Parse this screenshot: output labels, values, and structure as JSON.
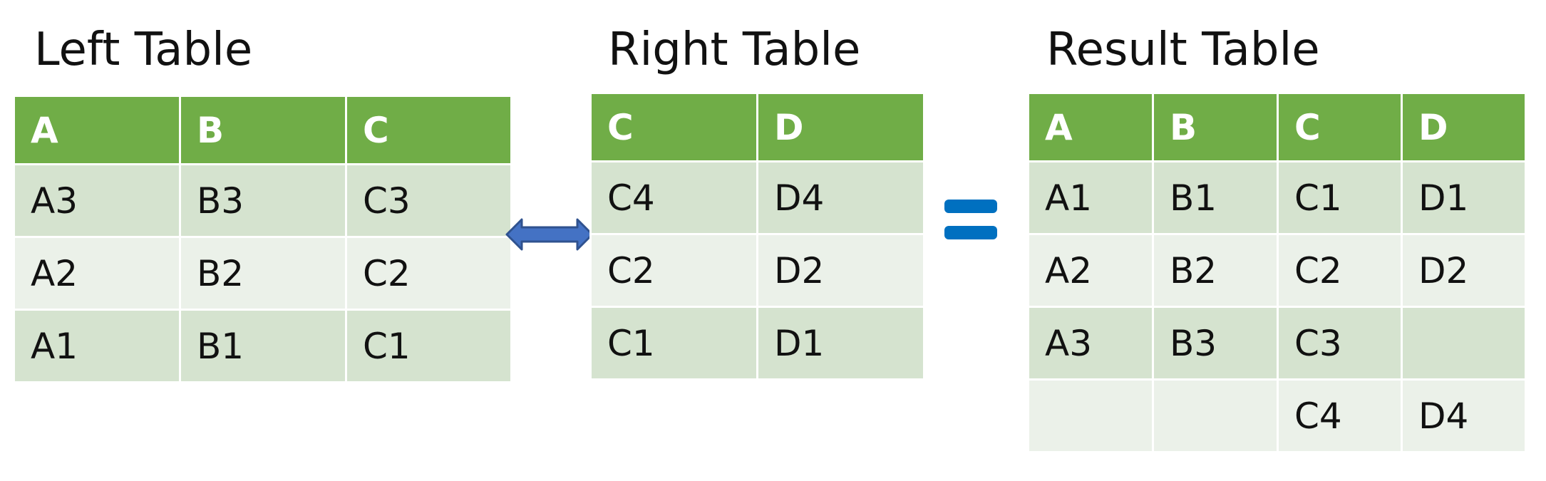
{
  "left_table": {
    "title": "Left Table",
    "headers": [
      "A",
      "B",
      "C"
    ],
    "rows": [
      [
        "A3",
        "B3",
        "C3"
      ],
      [
        "A2",
        "B2",
        "C2"
      ],
      [
        "A1",
        "B1",
        "C1"
      ]
    ]
  },
  "right_table": {
    "title": "Right Table",
    "headers": [
      "C",
      "D"
    ],
    "rows": [
      [
        "C4",
        "D4"
      ],
      [
        "C2",
        "D2"
      ],
      [
        "C1",
        "D1"
      ]
    ]
  },
  "result_table": {
    "title": "Result Table",
    "headers": [
      "A",
      "B",
      "C",
      "D"
    ],
    "rows": [
      [
        "A1",
        "B1",
        "C1",
        "D1"
      ],
      [
        "A2",
        "B2",
        "C2",
        "D2"
      ],
      [
        "A3",
        "B3",
        "C3",
        ""
      ],
      [
        "",
        "",
        "C4",
        "D4"
      ]
    ]
  },
  "connectors": {
    "join_arrow_icon": "double-headed-arrow-icon",
    "equals_icon": "equals-icon"
  },
  "colors": {
    "header_fill": "#70ad47",
    "header_text": "#ffffff",
    "row_dark": "#d5e3cf",
    "row_light": "#ebf1e9",
    "arrow_fill": "#4472c4",
    "equals_fill": "#0070c0"
  }
}
